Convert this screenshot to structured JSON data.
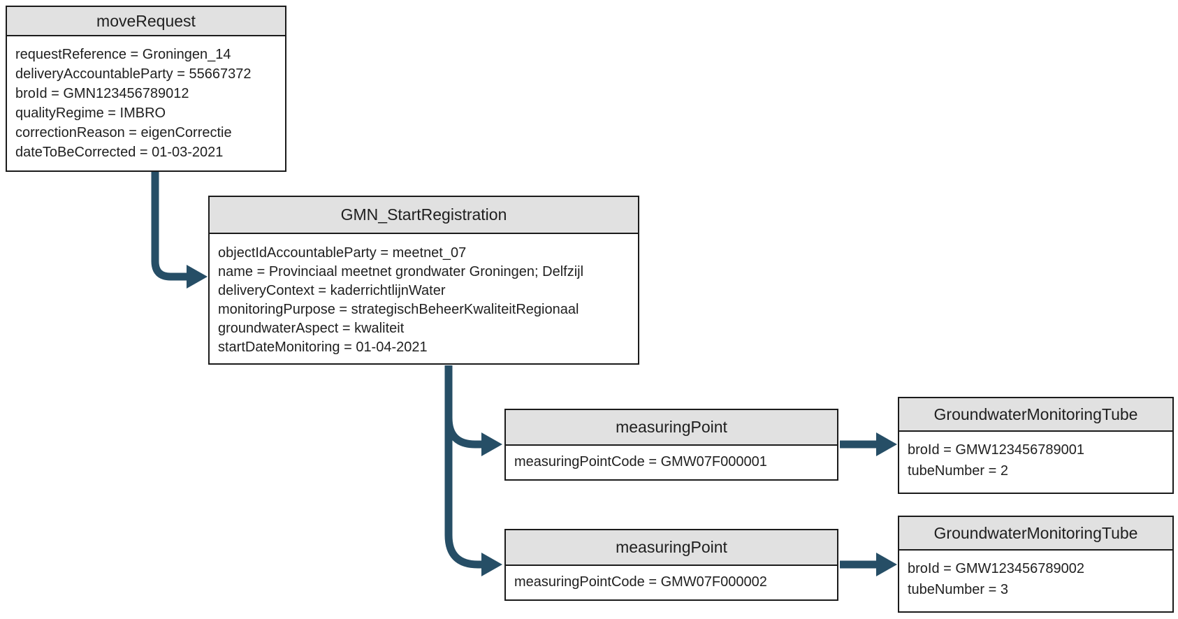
{
  "diagram": {
    "background_color": "#ffffff",
    "header_fill_color": "#e1e1e1",
    "border_color": "#1b1b1b",
    "arrow_color": "#264e66",
    "nodes": {
      "move_request": {
        "title": "moveRequest",
        "attributes": [
          "requestReference = Groningen_14",
          "deliveryAccountableParty = 55667372",
          "broId = GMN123456789012",
          "qualityRegime = IMBRO",
          "correctionReason = eigenCorrectie",
          "dateToBeCorrected = 01-03-2021"
        ]
      },
      "gmn_start_registration": {
        "title": "GMN_StartRegistration",
        "attributes": [
          "objectIdAccountableParty = meetnet_07",
          "name = Provinciaal meetnet grondwater Groningen; Delfzijl",
          "deliveryContext = kaderrichtlijnWater",
          "monitoringPurpose = strategischBeheerKwaliteitRegionaal",
          "groundwaterAspect = kwaliteit",
          "startDateMonitoring = 01-04-2021"
        ]
      },
      "measuring_point_1": {
        "title": "measuringPoint",
        "attributes": [
          "measuringPointCode = GMW07F000001"
        ]
      },
      "measuring_point_2": {
        "title": "measuringPoint",
        "attributes": [
          "measuringPointCode = GMW07F000002"
        ]
      },
      "tube_1": {
        "title": "GroundwaterMonitoringTube",
        "attributes": [
          "broId = GMW123456789001",
          "tubeNumber = 2"
        ]
      },
      "tube_2": {
        "title": "GroundwaterMonitoringTube",
        "attributes": [
          "broId = GMW123456789002",
          "tubeNumber = 3"
        ]
      }
    },
    "edges": [
      {
        "from": "move_request",
        "to": "gmn_start_registration"
      },
      {
        "from": "gmn_start_registration",
        "to": "measuring_point_1"
      },
      {
        "from": "gmn_start_registration",
        "to": "measuring_point_2"
      },
      {
        "from": "measuring_point_1",
        "to": "tube_1"
      },
      {
        "from": "measuring_point_2",
        "to": "tube_2"
      }
    ]
  }
}
